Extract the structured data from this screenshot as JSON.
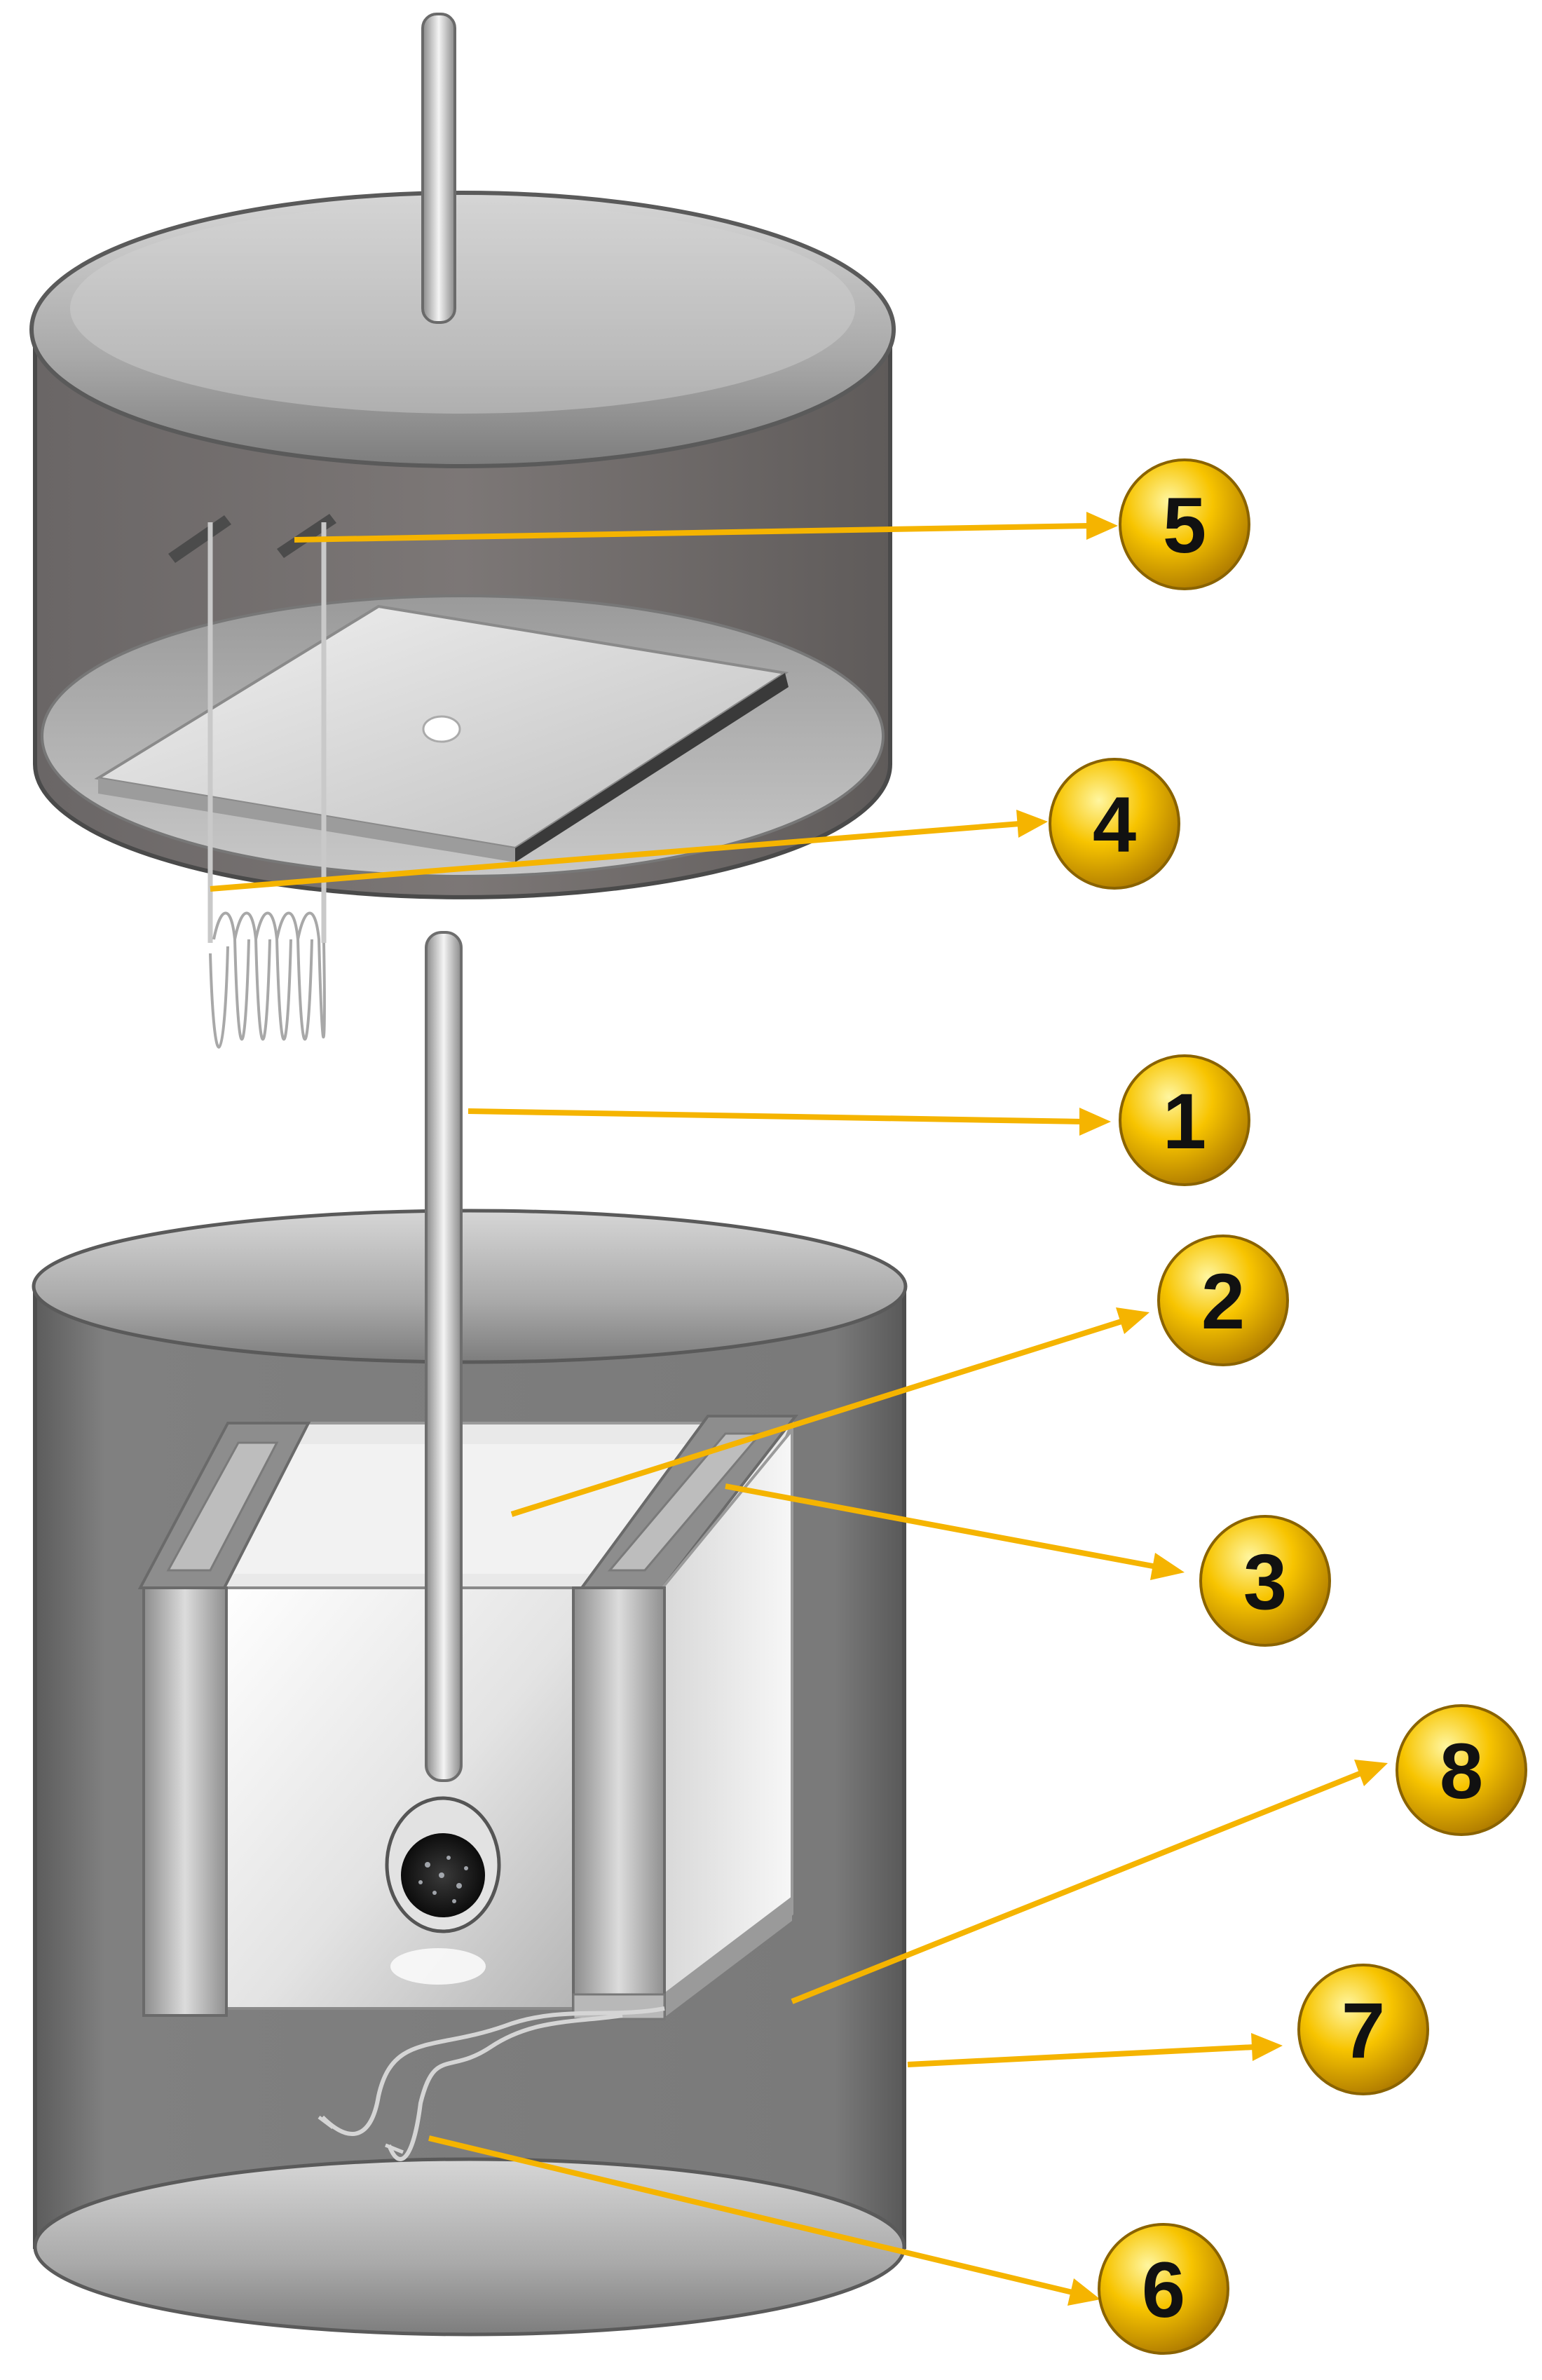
{
  "colors": {
    "arrow": "#f5b400",
    "callout_fill": "#f7c400",
    "housing_dark": "#6e6e6e",
    "housing_lid": "#b9b9b9",
    "chamber_dark": "#777270"
  },
  "callouts": [
    {
      "id": "callout-1",
      "label": "1"
    },
    {
      "id": "callout-2",
      "label": "2"
    },
    {
      "id": "callout-3",
      "label": "3"
    },
    {
      "id": "callout-4",
      "label": "4"
    },
    {
      "id": "callout-5",
      "label": "5"
    },
    {
      "id": "callout-6",
      "label": "6"
    },
    {
      "id": "callout-7",
      "label": "7"
    },
    {
      "id": "callout-8",
      "label": "8"
    }
  ]
}
